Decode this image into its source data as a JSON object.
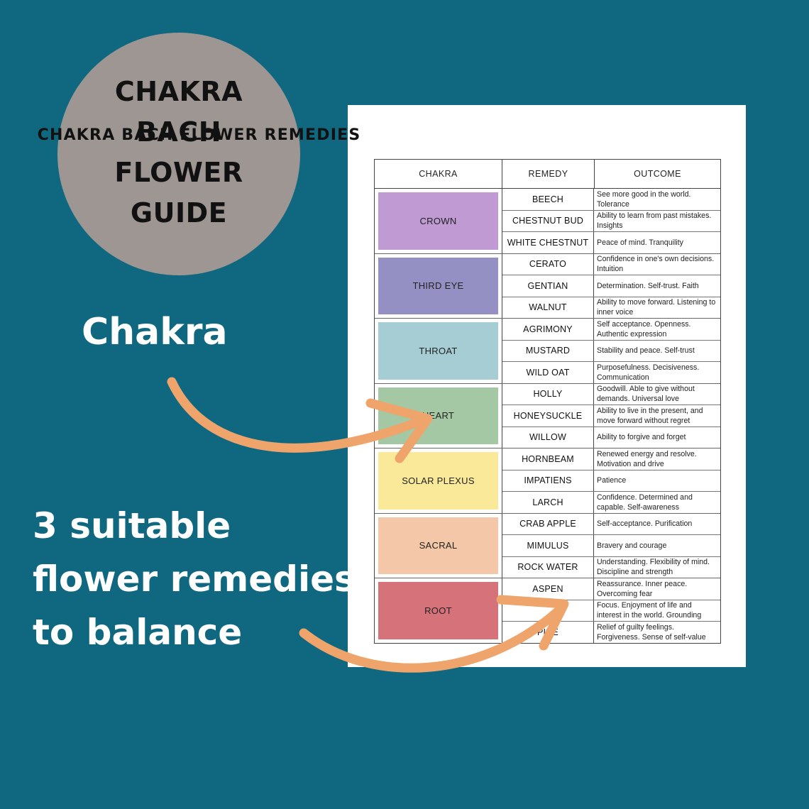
{
  "badge": {
    "lines": [
      "CHAKRA",
      "BACH",
      "FLOWER",
      "GUIDE"
    ]
  },
  "labels": {
    "chakra": "Chakra",
    "remedies_lines": [
      "3 suitable",
      "flower remedies",
      "to balance"
    ]
  },
  "sheet": {
    "title": "CHAKRA BACH FLOWER REMEDIES",
    "headers": {
      "chakra": "CHAKRA",
      "remedy": "REMEDY",
      "outcome": "OUTCOME"
    },
    "groups": [
      {
        "chakra": "CROWN",
        "color": "#c09ad3",
        "rows": [
          {
            "remedy": "BEECH",
            "outcome": "See more good in the world. Tolerance"
          },
          {
            "remedy": "CHESTNUT BUD",
            "outcome": "Ability to learn from past mistakes. Insights"
          },
          {
            "remedy": "WHITE CHESTNUT",
            "outcome": "Peace of mind. Tranquility"
          }
        ]
      },
      {
        "chakra": "THIRD EYE",
        "color": "#9590c4",
        "rows": [
          {
            "remedy": "CERATO",
            "outcome": "Confidence in one's own decisions. Intuition"
          },
          {
            "remedy": "GENTIAN",
            "outcome": "Determination. Self-trust. Faith"
          },
          {
            "remedy": "WALNUT",
            "outcome": "Ability to move forward. Listening to inner voice"
          }
        ]
      },
      {
        "chakra": "THROAT",
        "color": "#a6ccd4",
        "rows": [
          {
            "remedy": "AGRIMONY",
            "outcome": "Self acceptance. Openness. Authentic expression"
          },
          {
            "remedy": "MUSTARD",
            "outcome": "Stability and peace. Self-trust"
          },
          {
            "remedy": "WILD OAT",
            "outcome": "Purposefulness. Decisiveness. Communication"
          }
        ]
      },
      {
        "chakra": "HEART",
        "color": "#a4c8a3",
        "rows": [
          {
            "remedy": "HOLLY",
            "outcome": "Goodwill. Able to give without demands. Universal love"
          },
          {
            "remedy": "HONEYSUCKLE",
            "outcome": "Ability to live in the present, and move forward without regret"
          },
          {
            "remedy": "WILLOW",
            "outcome": "Ability to forgive and forget"
          }
        ]
      },
      {
        "chakra": "SOLAR PLEXUS",
        "color": "#fbe99a",
        "rows": [
          {
            "remedy": "HORNBEAM",
            "outcome": "Renewed energy and resolve. Motivation and drive"
          },
          {
            "remedy": "IMPATIENS",
            "outcome": "Patience"
          },
          {
            "remedy": "LARCH",
            "outcome": "Confidence. Determined and capable. Self-awareness"
          }
        ]
      },
      {
        "chakra": "SACRAL",
        "color": "#f3c7a7",
        "rows": [
          {
            "remedy": "CRAB APPLE",
            "outcome": "Self-acceptance. Purification"
          },
          {
            "remedy": "MIMULUS",
            "outcome": "Bravery and courage"
          },
          {
            "remedy": "ROCK WATER",
            "outcome": "Understanding. Flexibility of mind. Discipline and strength"
          }
        ]
      },
      {
        "chakra": "ROOT",
        "color": "#d5727a",
        "rows": [
          {
            "remedy": "ASPEN",
            "outcome": "Reassurance. Inner peace. Overcoming fear"
          },
          {
            "remedy": "",
            "outcome": "Focus. Enjoyment of life and interest in the world. Grounding"
          },
          {
            "remedy": "PINE",
            "outcome": "Relief of guilty feelings. Forgiveness. Sense of self-value"
          }
        ]
      }
    ]
  },
  "colors": {
    "background": "#0f6880",
    "badge": "#9e9692",
    "arrow": "#eea46a"
  }
}
